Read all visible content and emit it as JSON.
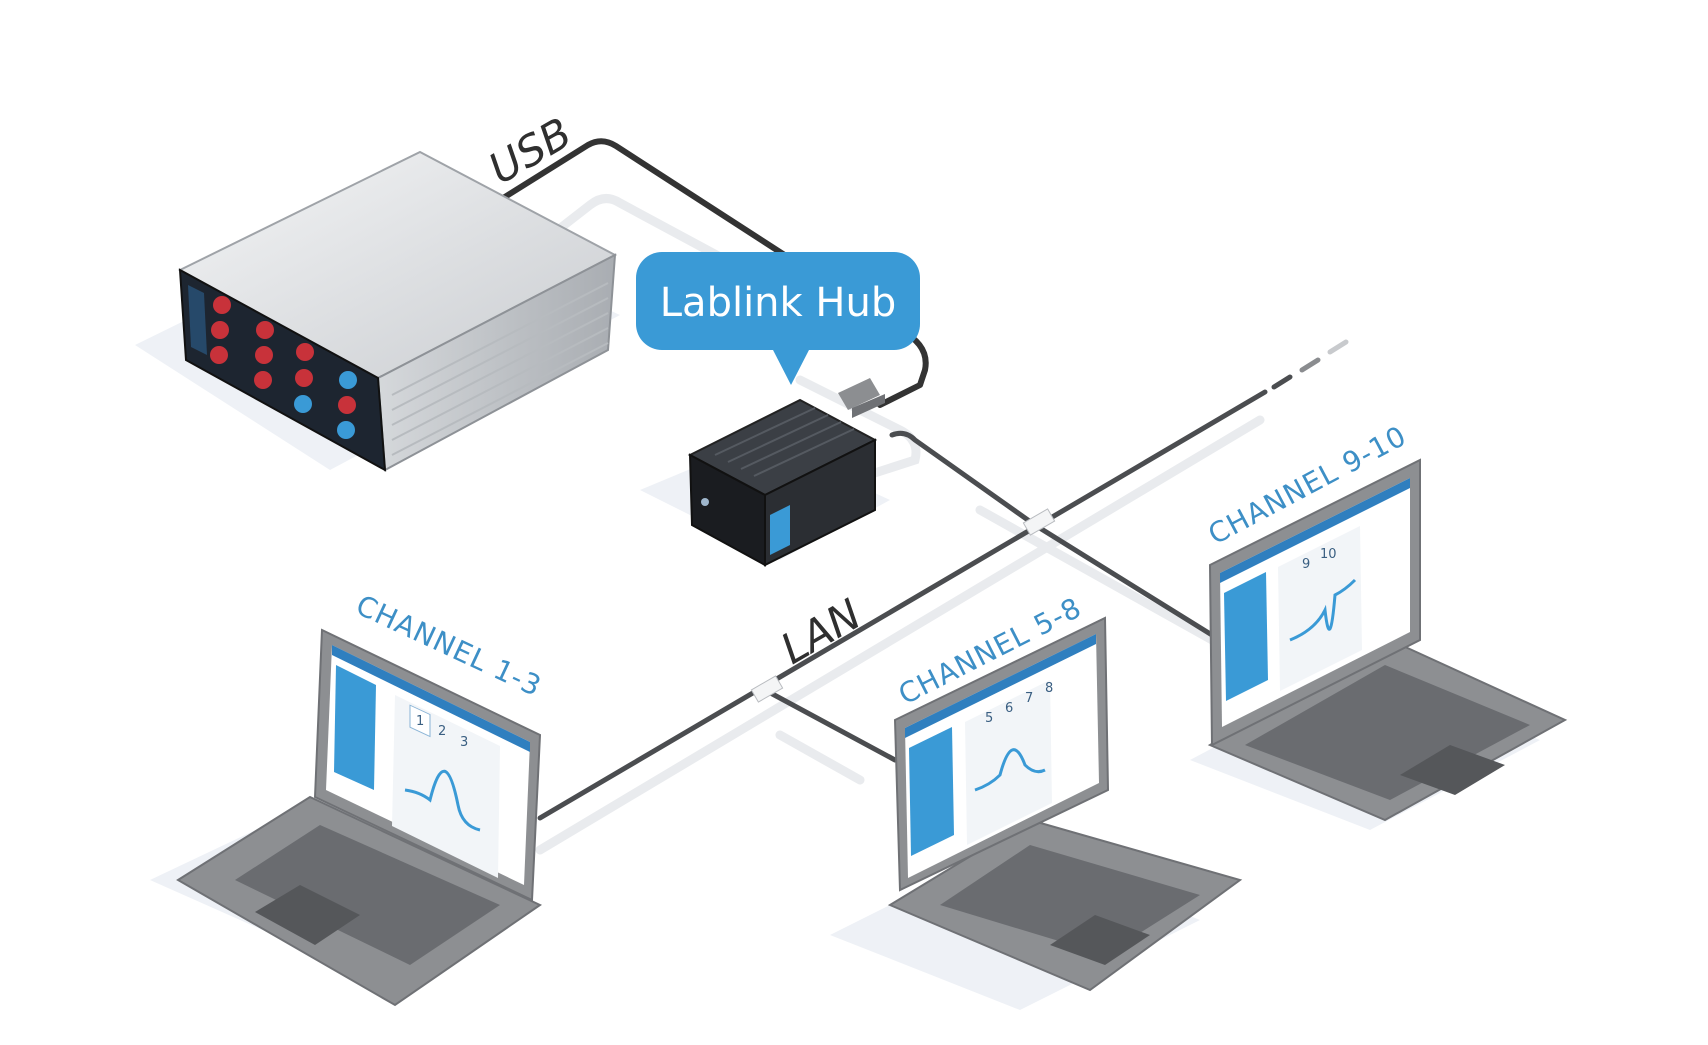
{
  "diagram": {
    "hub_label": "Lablink Hub",
    "cables": {
      "usb_label": "USB",
      "lan_label": "LAN"
    },
    "laptops": [
      {
        "label": "CHANNEL 1-3",
        "tabs": [
          "1",
          "2",
          "3"
        ]
      },
      {
        "label": "CHANNEL 5-8",
        "tabs": [
          "5",
          "6",
          "7",
          "8"
        ]
      },
      {
        "label": "CHANNEL 9-10",
        "tabs": [
          "9",
          "10"
        ]
      }
    ],
    "colors": {
      "accent_blue": "#3a9ad6",
      "label_blue": "#3d8fc6",
      "cable_dark": "#333333",
      "laptop_gray": "#8d8f92"
    }
  }
}
